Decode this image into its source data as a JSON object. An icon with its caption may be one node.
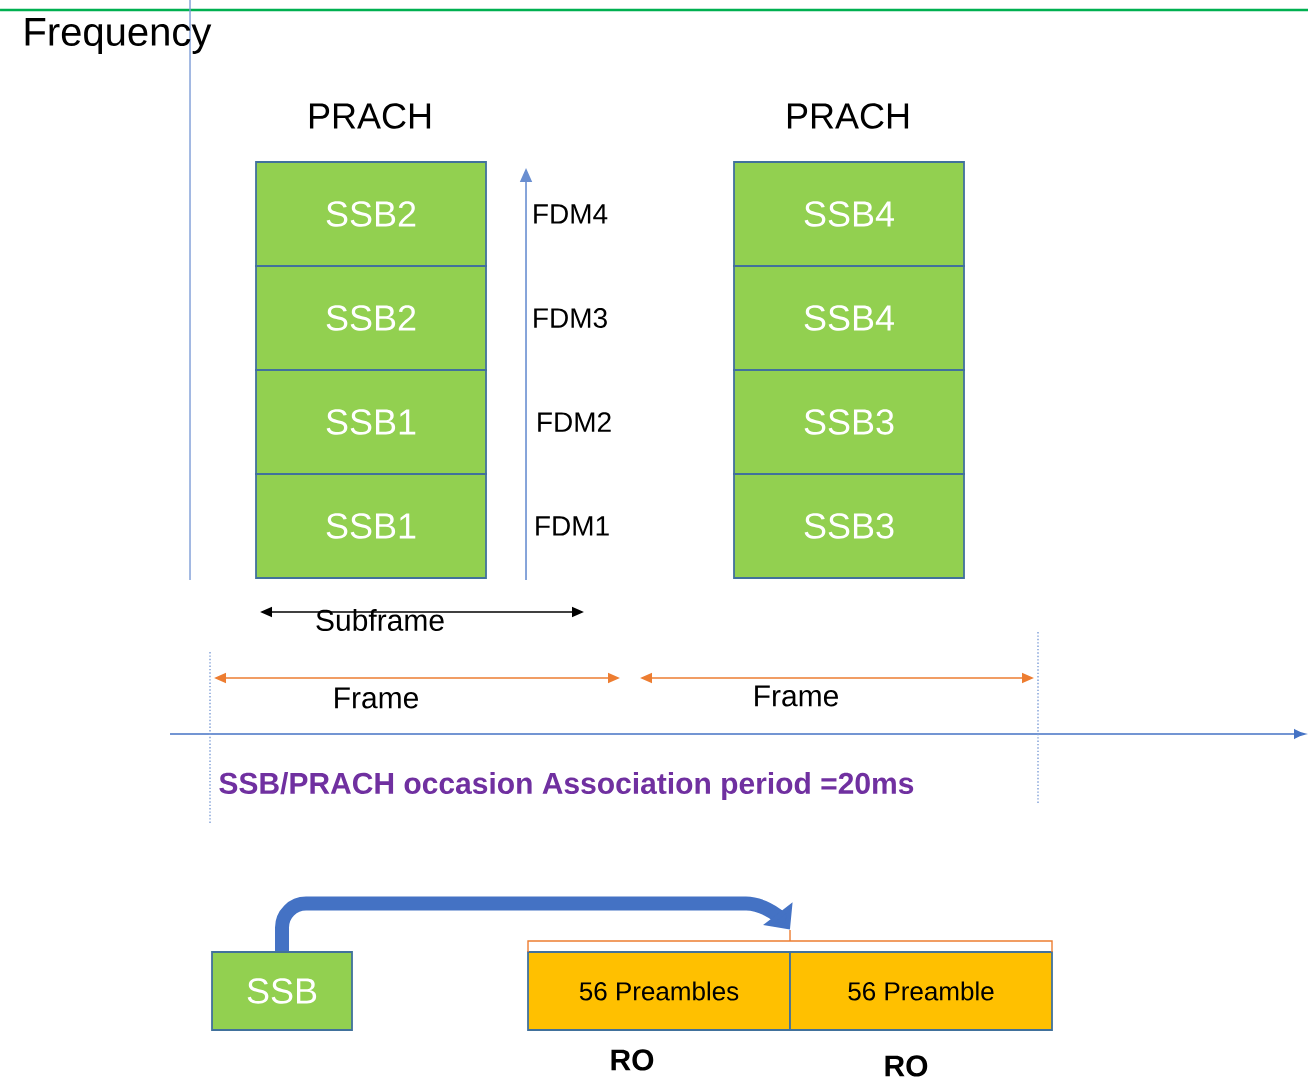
{
  "diagram": {
    "nodes": [
      {
        "text": [
          "SSB2"
        ]
      },
      {
        "text": [
          "SSB2"
        ]
      },
      {
        "text": [
          "SSB1"
        ]
      },
      {
        "text": [
          "SSB1"
        ]
      },
      {
        "text": [
          "SSB4"
        ]
      },
      {
        "text": [
          "SSB4"
        ]
      },
      {
        "text": [
          "SSB3"
        ]
      },
      {
        "text": [
          "SSB3"
        ]
      },
      {
        "text": [
          "SSB"
        ]
      },
      {
        "text": [
          "56 Preambles"
        ],
        "beside": [
          "RO"
        ]
      },
      {
        "text": [
          "56 Preamble"
        ],
        "beside": [
          "RO"
        ]
      },
      {
        "text": [],
        "shape": "bracket"
      }
    ],
    "edges": [
      {
        "from": 8,
        "to": 11,
        "arrow": "to"
      }
    ],
    "labels": [
      "Frequency",
      "PRACH",
      "PRACH",
      "FDM4",
      "FDM3",
      "FDM2",
      "FDM1",
      "Subframe",
      "Frame",
      "Frame",
      "SSB/PRACH occasion Association period =20ms"
    ]
  }
}
